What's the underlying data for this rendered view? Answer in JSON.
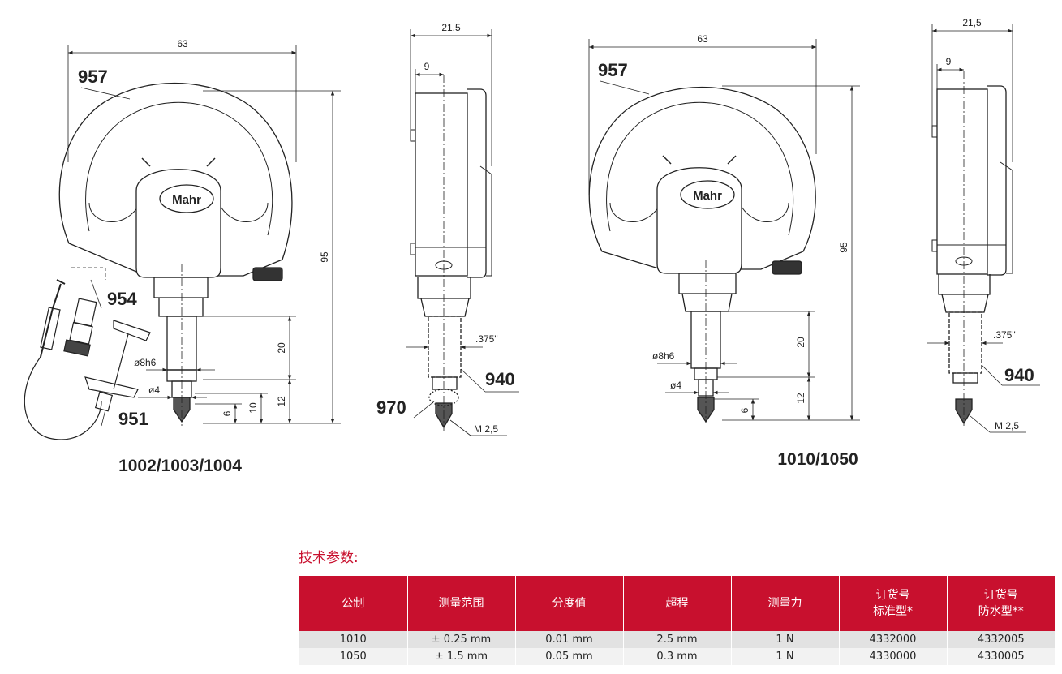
{
  "drawing": {
    "left_model": {
      "model_label": "1002/1003/1004",
      "dim_width": "63",
      "dim_height": "95",
      "dim_20": "20",
      "dim_12": "12",
      "dim_10": "10",
      "dim_6": "6",
      "dim_shank": "ø8h6",
      "dim_spindle": "ø4",
      "ref_957": "957",
      "ref_954": "954",
      "ref_951": "951",
      "logo": "Mahr"
    },
    "left_side": {
      "dim_depth": "21,5",
      "dim_9": "9",
      "dim_375": ".375\"",
      "ref_940": "940",
      "ref_970": "970",
      "thread": "M 2,5"
    },
    "right_model": {
      "model_label": "1010/1050",
      "dim_width": "63",
      "dim_height": "95",
      "dim_20": "20",
      "dim_12": "12",
      "dim_6": "6",
      "dim_shank": "ø8h6",
      "dim_spindle": "ø4",
      "ref_957": "957",
      "logo": "Mahr"
    },
    "right_side": {
      "dim_depth": "21,5",
      "dim_9": "9",
      "dim_375": ".375\"",
      "ref_940": "940",
      "thread": "M 2,5"
    }
  },
  "spec": {
    "title": "技术参数:",
    "headers": [
      "公制",
      "测量范围",
      "分度值",
      "超程",
      "测量力",
      "订货号\n标准型*",
      "订货号\n防水型**"
    ],
    "rows": [
      [
        "1010",
        "± 0.25 mm",
        "0.01 mm",
        "2.5 mm",
        "1 N",
        "4332000",
        "4332005"
      ],
      [
        "1050",
        "± 1.5 mm",
        "0.05 mm",
        "0.3 mm",
        "1 N",
        "4330000",
        "4330005"
      ]
    ]
  },
  "colors": {
    "header_red": "#c8102e",
    "row_grey_1": "#e2e2e2",
    "row_grey_2": "#f2f2f2"
  }
}
